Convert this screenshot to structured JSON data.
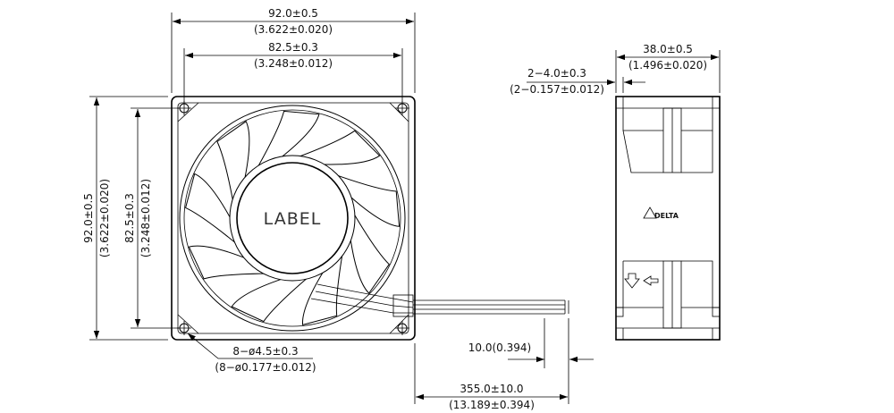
{
  "dimensions": {
    "overall_width_mm": "92.0±0.5",
    "overall_width_in": "(3.622±0.020)",
    "hole_spacing_width_mm": "82.5±0.3",
    "hole_spacing_width_in": "(3.248±0.012)",
    "overall_height_mm": "92.0±0.5",
    "overall_height_in": "(3.622±0.020)",
    "hole_spacing_height_mm": "82.5±0.3",
    "hole_spacing_height_in": "(3.248±0.012)",
    "depth_mm": "38.0±0.5",
    "depth_in": "(1.496±0.020)",
    "flange_mm": "2−4.0±0.3",
    "flange_in": "(2−0.157±0.012)",
    "holes_mm": "8−ø4.5±0.3",
    "holes_in": "(8−ø0.177±0.012)",
    "strip_length": "10.0(0.394)",
    "lead_length_mm": "355.0±10.0",
    "lead_length_in": "(13.189±0.394)"
  },
  "hub_label": "LABEL",
  "brand_logo": "DELTA"
}
